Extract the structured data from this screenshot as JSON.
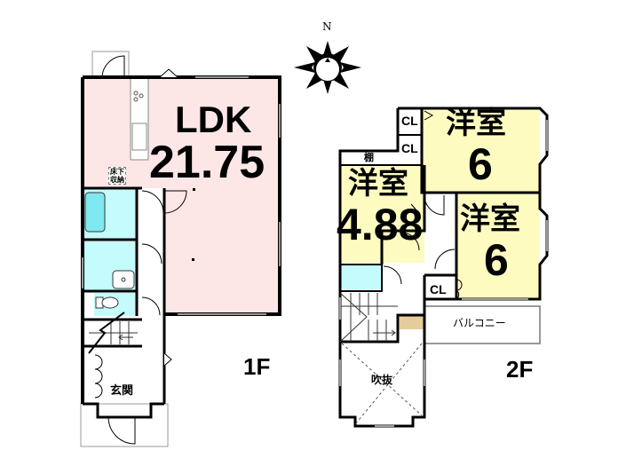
{
  "compass": {
    "north_label": "N"
  },
  "floor1": {
    "label": "1F",
    "ldk": {
      "name": "LDK",
      "size": "21.75"
    },
    "underfloor_storage": {
      "line1": "床下",
      "line2": "収納"
    },
    "entrance": "玄関"
  },
  "floor2": {
    "label": "2F",
    "room_a": {
      "name": "洋室",
      "size": "6"
    },
    "room_b": {
      "name": "洋室",
      "size": "4.88"
    },
    "room_c": {
      "name": "洋室",
      "size": "6"
    },
    "closets": [
      "CL",
      "CL",
      "CL"
    ],
    "shelf": "棚",
    "balcony": "バルコニー",
    "atrium": "吹抜"
  },
  "colors": {
    "ldk_fill": "#fde6e6",
    "wet_fill": "#c4fbfd",
    "room_fill": "#fdfbc0",
    "landing_fill": "#e6cc9a",
    "wall": "#000000",
    "window": "#9a9a9a"
  }
}
